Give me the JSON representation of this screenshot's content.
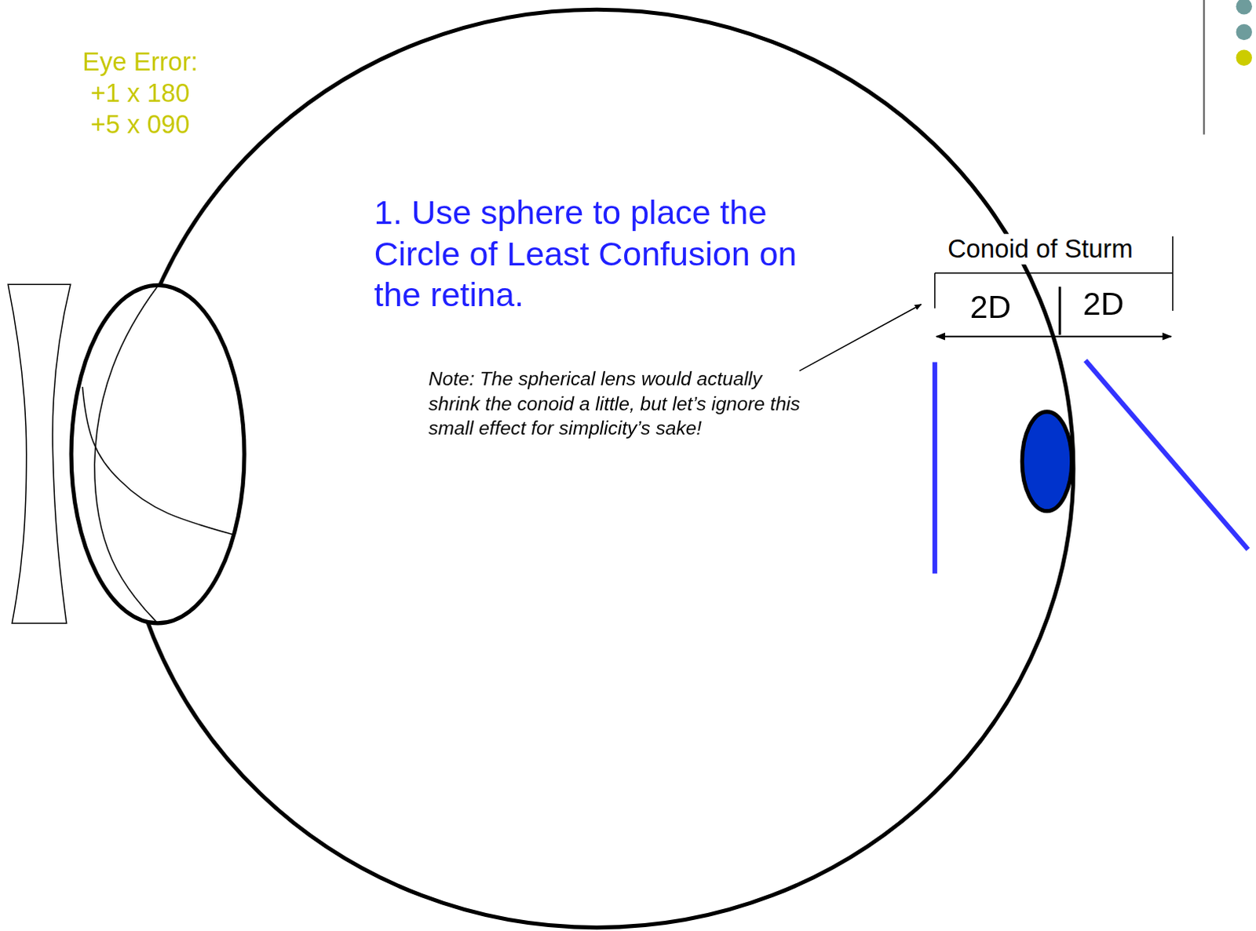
{
  "diagram": {
    "labels": [
      "Eye Error:",
      "+1 x 180",
      "+5 x 090",
      "1. Use sphere to place the Circle of Least Confusion on the retina.",
      "Note: The spherical lens would actually shrink the conoid a little, but let’s ignore this small effect for simplicity’s sake!",
      "Conoid of Sturm",
      "2D",
      "2D"
    ]
  }
}
